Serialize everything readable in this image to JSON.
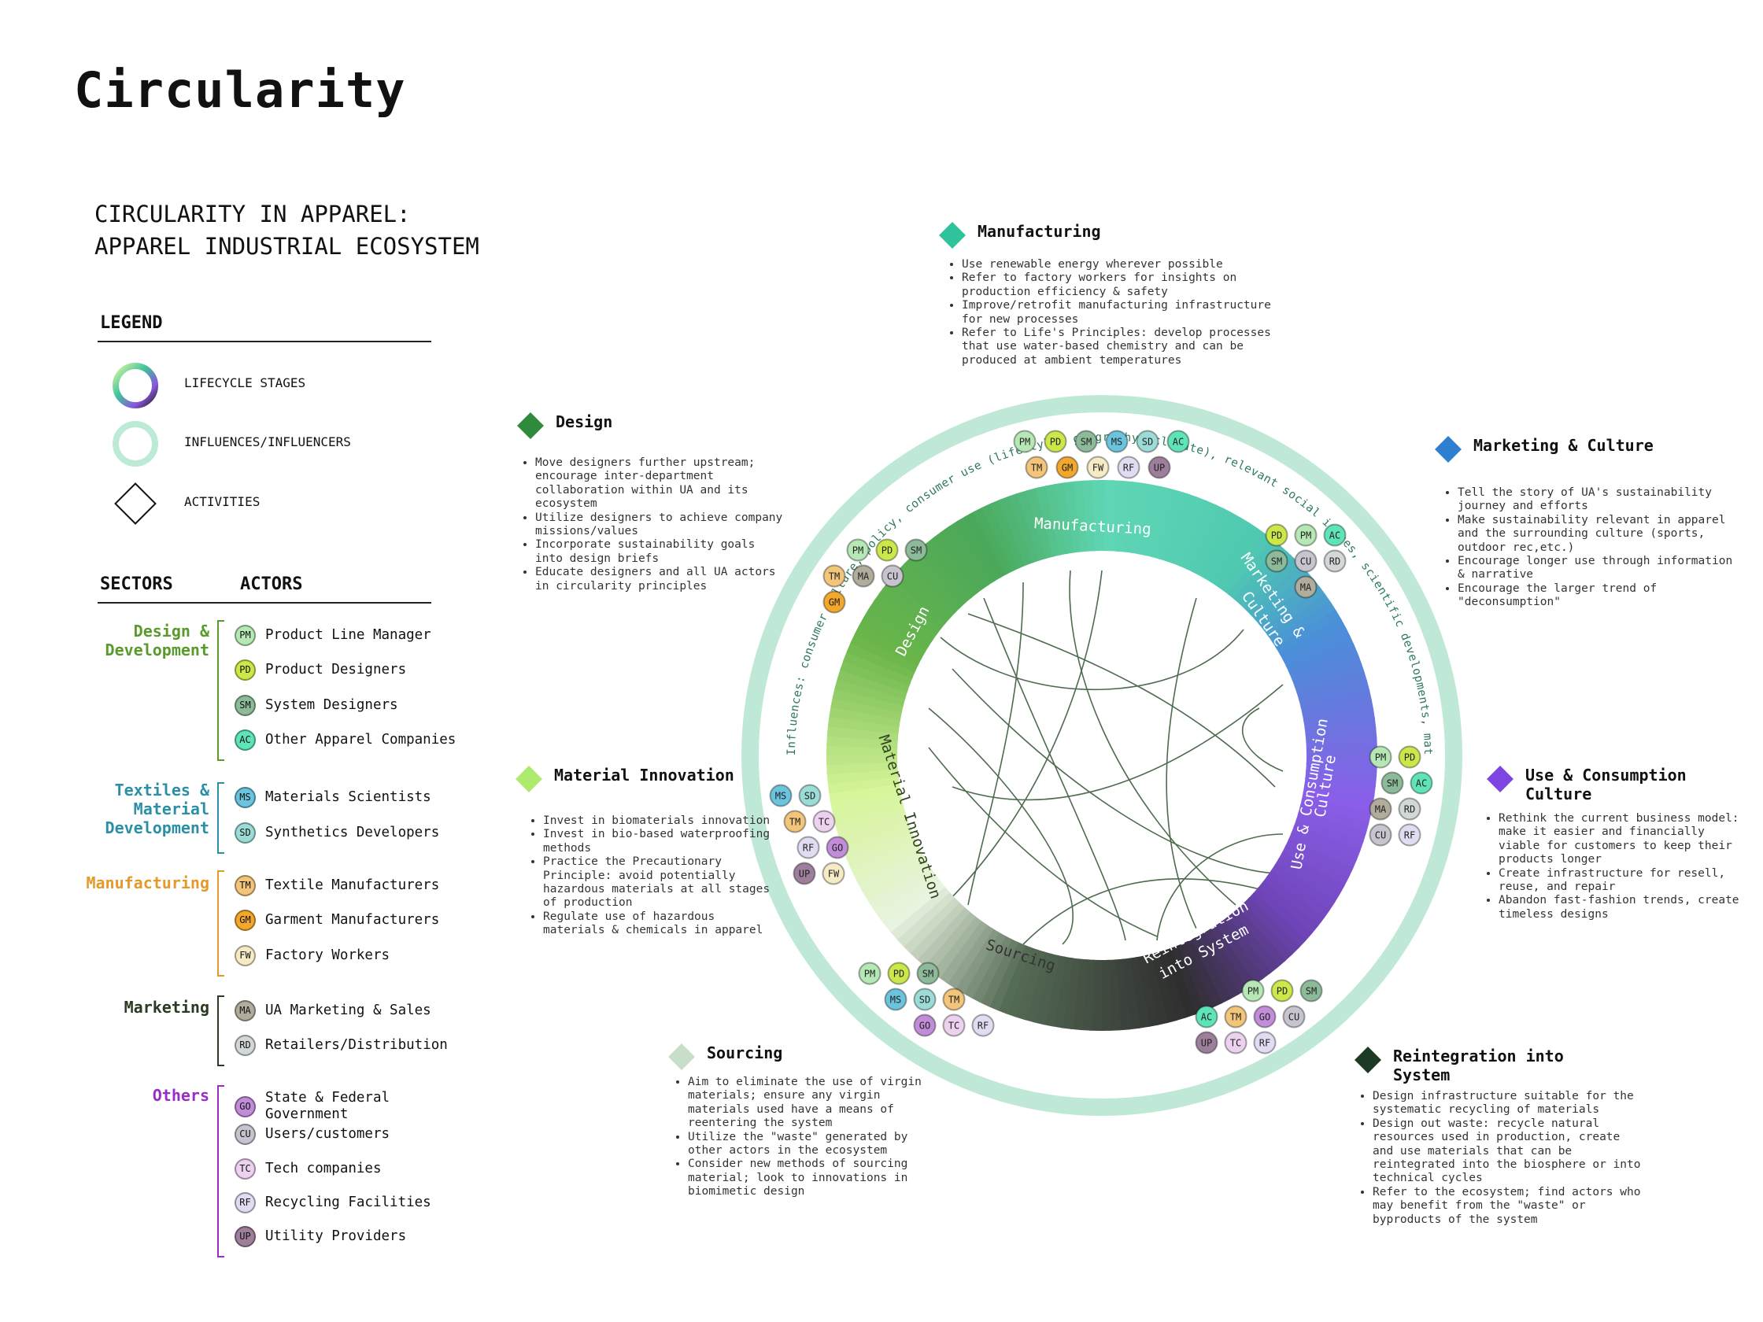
{
  "page": {
    "title": "Circularity",
    "subtitle_lines": [
      "CIRCULARITY IN APPAREL:",
      "APPAREL INDUSTRIAL ECOSYSTEM"
    ]
  },
  "legend": {
    "header": "LEGEND",
    "items": [
      {
        "icon": "gradient-ring-icon",
        "label": "LIFECYCLE STAGES"
      },
      {
        "icon": "mint-ring-icon",
        "label": "INFLUENCES/INFLUENCERS"
      },
      {
        "icon": "diamond-outline-icon",
        "label": "ACTIVITIES"
      }
    ]
  },
  "sectors_header": "SECTORS",
  "actors_header": "ACTORS",
  "sectors": [
    {
      "name": "Design &\nDevelopment",
      "color": "#5a9a2c",
      "actors": [
        {
          "code": "PM",
          "name": "Product Line Manager",
          "color": "#b5e8b5"
        },
        {
          "code": "PD",
          "name": "Product Designers",
          "color": "#cbe84a"
        },
        {
          "code": "SM",
          "name": "System Designers",
          "color": "#8dbb9a"
        },
        {
          "code": "AC",
          "name": "Other Apparel Companies",
          "color": "#5fe3b8"
        }
      ]
    },
    {
      "name": "Textiles &\nMaterial\nDevelopment",
      "color": "#2c8fa6",
      "actors": [
        {
          "code": "MS",
          "name": "Materials Scientists",
          "color": "#6cc3dd"
        },
        {
          "code": "SD",
          "name": "Synthetics Developers",
          "color": "#9cdcd6"
        }
      ]
    },
    {
      "name": "Manufacturing",
      "color": "#e39a2a",
      "actors": [
        {
          "code": "TM",
          "name": "Textile Manufacturers",
          "color": "#f2c57a"
        },
        {
          "code": "GM",
          "name": "Garment Manufacturers",
          "color": "#f1a82c"
        },
        {
          "code": "FW",
          "name": "Factory Workers",
          "color": "#f5ecc5"
        }
      ]
    },
    {
      "name": "Marketing",
      "color": "#2b3a21",
      "actors": [
        {
          "code": "MA",
          "name": "UA Marketing & Sales",
          "color": "#b1ad9c"
        },
        {
          "code": "RD",
          "name": "Retailers/Distribution",
          "color": "#d2d7d7"
        }
      ]
    },
    {
      "name": "Others",
      "color": "#9a2dc2",
      "actors": [
        {
          "code": "GO",
          "name": "State & Federal\nGovernment",
          "color": "#c18cd8"
        },
        {
          "code": "CU",
          "name": "Users/customers",
          "color": "#c8c4cf"
        },
        {
          "code": "TC",
          "name": "Tech companies",
          "color": "#ecd2ef"
        },
        {
          "code": "RF",
          "name": "Recycling Facilities",
          "color": "#e1dcf1"
        },
        {
          "code": "UP",
          "name": "Utility Providers",
          "color": "#9d7e9b"
        }
      ]
    }
  ],
  "diagram": {
    "outer_ring_text": "Influences: consumer culture, policy, consumer use (lifestyle, geography, climate), relevant social issues, scientific developments, materials innovations, economy",
    "stages": [
      "Manufacturing",
      "Marketing &",
      "Culture",
      "Use & Consumption",
      "Culture",
      "Reintegration",
      "into System",
      "Sourcing",
      "Material Innovation",
      "Design"
    ],
    "clusters": [
      {
        "stage": "Manufacturing",
        "rows": [
          [
            "PM",
            "PD",
            "SM",
            "MS",
            "SD",
            "AC"
          ],
          [
            "TM",
            "GM",
            "FW",
            "RF",
            "UP"
          ]
        ]
      },
      {
        "stage": "Marketing & Culture",
        "rows": [
          [
            "PD",
            "PM",
            "AC"
          ],
          [
            "SM",
            "CU",
            "RD"
          ],
          [
            "MA"
          ]
        ]
      },
      {
        "stage": "Use & Consumption Culture",
        "rows": [
          [
            "PM",
            "PD"
          ],
          [
            "SM",
            "AC"
          ],
          [
            "MA",
            "RD"
          ],
          [
            "CU",
            "RF"
          ]
        ]
      },
      {
        "stage": "Reintegration into System",
        "rows": [
          [
            "PM",
            "PD",
            "SM"
          ],
          [
            "AC",
            "TM",
            "GO",
            "CU"
          ],
          [
            "UP",
            "TC",
            "RF"
          ]
        ]
      },
      {
        "stage": "Sourcing",
        "rows": [
          [
            "PM",
            "PD",
            "SM"
          ],
          [
            "MS",
            "SD",
            "TM"
          ],
          [
            "GO",
            "TC",
            "RF"
          ]
        ]
      },
      {
        "stage": "Material Innovation",
        "rows": [
          [
            "MS",
            "SD"
          ],
          [
            "TM",
            "TC"
          ],
          [
            "RF",
            "GO"
          ],
          [
            "UP",
            "FW"
          ]
        ]
      },
      {
        "stage": "Design",
        "rows": [
          [
            "PM",
            "PD",
            "SM"
          ],
          [
            "TM",
            "MA",
            "CU"
          ],
          [
            "GM"
          ]
        ]
      }
    ]
  },
  "activities": [
    {
      "title": "Manufacturing",
      "color": "#2ec39a",
      "items": [
        "Use renewable energy wherever possible",
        "Refer to factory workers for insights on production efficiency & safety",
        "Improve/retrofit manufacturing infrastructure for new processes",
        "Refer to Life's Principles: develop processes that use water-based chemistry and can be produced at ambient temperatures"
      ]
    },
    {
      "title": "Design",
      "color": "#2f8a3b",
      "items": [
        "Move designers further upstream; encourage inter-department collaboration within UA and its ecosystem",
        "Utilize designers to achieve company missions/values",
        "Incorporate sustainability goals into design briefs",
        "Educate designers and all UA actors in circularity principles"
      ]
    },
    {
      "title": "Marketing & Culture",
      "color": "#2f7fd0",
      "items": [
        "Tell the story of UA's sustainability journey and efforts",
        "Make sustainability relevant in apparel and the surrounding culture (sports, outdoor rec,etc.)",
        "Encourage longer use through information & narrative",
        "Encourage the larger trend of \"deconsumption\""
      ]
    },
    {
      "title": "Material Innovation",
      "color": "#aeea6e",
      "items": [
        "Invest in biomaterials innovation",
        "Invest in bio-based waterproofing methods",
        "Practice the Precautionary Principle: avoid potentially hazardous materials at all stages of production",
        "Regulate use of hazardous materials & chemicals in apparel"
      ]
    },
    {
      "title": "Use & Consumption Culture",
      "color": "#7f45e0",
      "items": [
        "Rethink the current business model: make it easier and financially viable for customers to keep their products longer",
        "Create infrastructure for resell, reuse, and repair",
        "Abandon fast-fashion trends, create timeless designs"
      ]
    },
    {
      "title": "Sourcing",
      "color": "#c8dec8",
      "items": [
        "Aim to eliminate the use of virgin materials; ensure any virgin materials used have a means of reentering the system",
        "Utilize the \"waste\" generated by other actors in the ecosystem",
        "Consider new methods of sourcing material; look to innovations in biomimetic design"
      ]
    },
    {
      "title": "Reintegration into System",
      "color": "#1d3a25",
      "items": [
        "Design infrastructure suitable for the systematic recycling of materials",
        "Design out waste: recycle natural resources used in production, create and use materials that can be reintegrated into the biosphere or into technical cycles",
        "Refer to the ecosystem; find actors who may benefit from the \"waste\" or byproducts of the system"
      ]
    }
  ]
}
